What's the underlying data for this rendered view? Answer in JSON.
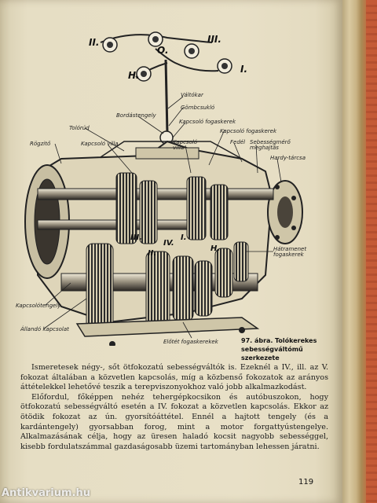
{
  "figure": {
    "labels": {
      "valtokar": "Váltókar",
      "gombcsuklo": "Gömbcsukló",
      "bordastengely": "Bordástengely",
      "kapcsolo_fogaskerek": "Kapcsoló fogaskerek",
      "tolorud": "Tolórúd",
      "rogzito": "Rögzitő",
      "kapcsolo_villa_left": "Kapcsoló villa",
      "kapcsolo_villa_right": "Kapcsoló villa",
      "kapcsolo_fogaskerek_right": "Kapcsoló fogaskerek",
      "fedel": "Fedél",
      "sebessegmero": "Sebességmérő meghajtás",
      "hardy_tarcsa": "Hardy-tárcsa",
      "hatramenet": "Hátramenet fogaskerek",
      "kapcsolotengely": "Kapcsolótengely",
      "allando_kapcsolat": "Állandó kapcsolat",
      "elotet_fogaskerekek": "Előtét fogaskerekek"
    },
    "gear_marks": {
      "g1": "II.",
      "g2": "O.",
      "g3": "III.",
      "g4": "H.",
      "g5": "I.",
      "g6": "IV.",
      "g7": "III.",
      "g8": "II.",
      "g9": "I.",
      "g10": "H."
    }
  },
  "caption": {
    "figure_label": "97. ábra.",
    "text": "Tolókerekes sebességváltómű szerkezete"
  },
  "body": {
    "p1": "Ismeretesek négy-, sőt ötfokozatú sebességváltók is. Ezeknél a IV., ill. az V. fokozat általában a közvetlen kapcsolás, míg a közbenső fokozatok az arányos áttételekkel lehetővé teszik a terepviszonyokhoz való jobb alkalmazkodást.",
    "p2": "Előfordul, főképpen nehéz tehergépkocsikon és autóbuszokon, hogy ötfokozatú sebességváltó esetén a IV. fokozat a közvetlen kapcsolás. Ekkor az ötödik fokozat az ún. gyorsítóáttétel. Ennél a hajtott tengely (és a kardántengely) gyorsabban forog, mint a motor forgattyústengelye. Alkalmazásának célja, hogy az üresen haladó kocsit nagyobb sebességgel, kisebb fordulatszámmal gazdaságosabb üzemi tartományban lehessen járatni."
  },
  "page_number": "119",
  "watermark": "Antikvarium.hu"
}
